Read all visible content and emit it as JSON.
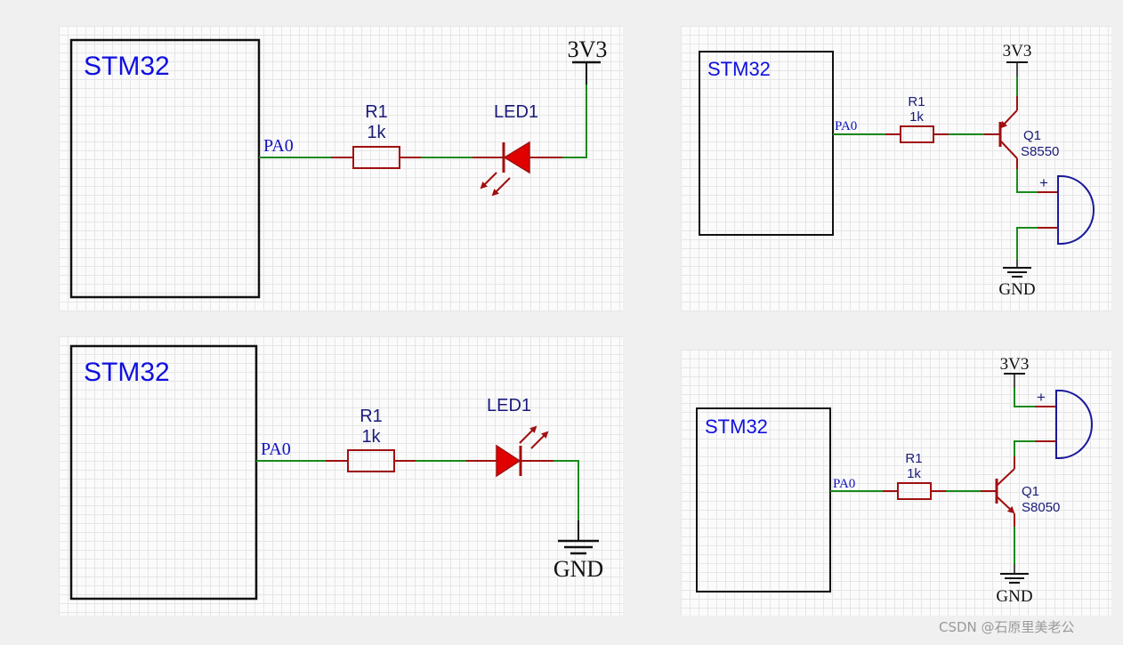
{
  "circuit_1": {
    "mcu_label": "STM32",
    "pin_label": "PA0",
    "resistor_ref": "R1",
    "resistor_value": "1k",
    "led_ref": "LED1",
    "supply_label": "3V3"
  },
  "circuit_2": {
    "mcu_label": "STM32",
    "pin_label": "PA0",
    "resistor_ref": "R1",
    "resistor_value": "1k",
    "transistor_ref": "Q1",
    "transistor_part": "S8550",
    "supply_label": "3V3",
    "ground_label": "GND",
    "buzzer_polarity": "+"
  },
  "circuit_3": {
    "mcu_label": "STM32",
    "pin_label": "PA0",
    "resistor_ref": "R1",
    "resistor_value": "1k",
    "led_ref": "LED1",
    "ground_label": "GND"
  },
  "circuit_4": {
    "mcu_label": "STM32",
    "pin_label": "PA0",
    "resistor_ref": "R1",
    "resistor_value": "1k",
    "transistor_ref": "Q1",
    "transistor_part": "S8050",
    "supply_label": "3V3",
    "ground_label": "GND",
    "buzzer_polarity": "+"
  },
  "watermark": "CSDN @石原里美老公",
  "colors": {
    "wire": "#1a8a1a",
    "component": "#a01010",
    "led_fill": "#e00000",
    "mcu_text": "#1010e0",
    "buzzer": "#1a1a9a"
  }
}
